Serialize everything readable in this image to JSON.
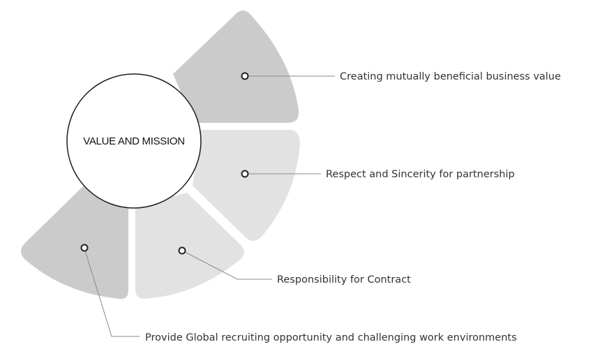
{
  "center": {
    "label": "VALUE AND MISSION"
  },
  "items": [
    {
      "label": "Creating mutually beneficial business value"
    },
    {
      "label": "Respect and Sincerity for partnership"
    },
    {
      "label": "Responsibility for Contract"
    },
    {
      "label": "Provide Global recruiting opportunity and challenging work environments"
    }
  ],
  "colors": {
    "segment_dark": "#cbcbcb",
    "segment_light": "#e2e2e2",
    "connector": "#8a8a8a",
    "outline": "#1e1e1e",
    "text": "#333333"
  }
}
